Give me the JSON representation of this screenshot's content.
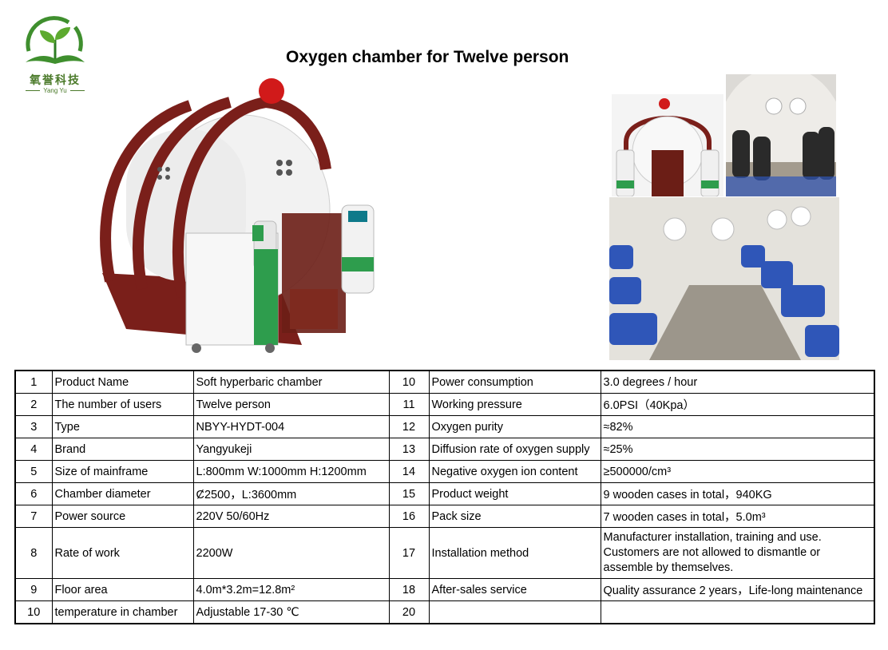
{
  "logo": {
    "cn_text": "氧誉科技",
    "en_text": "Yang Yu"
  },
  "title": "Oxygen chamber for Twelve person",
  "colors": {
    "logo_green": "#4b7a2a",
    "accent_green": "#2e9d4d",
    "chamber_frame": "#7a1f1a",
    "seat_blue": "#2f56b8"
  },
  "spec_table": {
    "rows": [
      {
        "n1": "1",
        "k1": "Product Name",
        "v1": "Soft hyperbaric chamber",
        "n2": "10",
        "k2": "Power consumption",
        "v2": "3.0 degrees / hour"
      },
      {
        "n1": "2",
        "k1": "The number of users",
        "v1": "Twelve person",
        "n2": "11",
        "k2": "Working pressure",
        "v2": "6.0PSI（40Kpa）"
      },
      {
        "n1": "3",
        "k1": "Type",
        "v1": "NBYY-HYDT-004",
        "n2": "12",
        "k2": "Oxygen purity",
        "v2": "≈82%"
      },
      {
        "n1": "4",
        "k1": "Brand",
        "v1": "Yangyukeji",
        "n2": "13",
        "k2": "Diffusion rate of oxygen supply",
        "v2": "≈25%"
      },
      {
        "n1": "5",
        "k1": "Size of mainframe",
        "v1": "L:800mm W:1000mm H:1200mm",
        "n2": "14",
        "k2": "Negative oxygen ion content",
        "v2": "≥500000/cm³"
      },
      {
        "n1": "6",
        "k1": "Chamber diameter",
        "v1": "Ȼ2500，L:3600mm",
        "n2": "15",
        "k2": "Product weight",
        "v2": "9 wooden cases in total，940KG"
      },
      {
        "n1": "7",
        "k1": "Power source",
        "v1": "220V 50/60Hz",
        "n2": "16",
        "k2": "Pack size",
        "v2": "7 wooden cases in total，5.0m³"
      },
      {
        "n1": "8",
        "k1": "Rate of work",
        "v1": "2200W",
        "n2": "17",
        "k2": "Installation method",
        "v2": "Manufacturer installation, training and use. Customers are not allowed to dismantle or assemble by themselves."
      },
      {
        "n1": "9",
        "k1": "Floor area",
        "v1": "4.0m*3.2m=12.8m²",
        "n2": "18",
        "k2": "After-sales service",
        "v2": "Quality assurance 2 years，Life-long maintenance"
      },
      {
        "n1": "10",
        "k1": " temperature in chamber",
        "v1": "Adjustable 17-30 ℃",
        "n2": "20",
        "k2": "",
        "v2": ""
      }
    ]
  }
}
